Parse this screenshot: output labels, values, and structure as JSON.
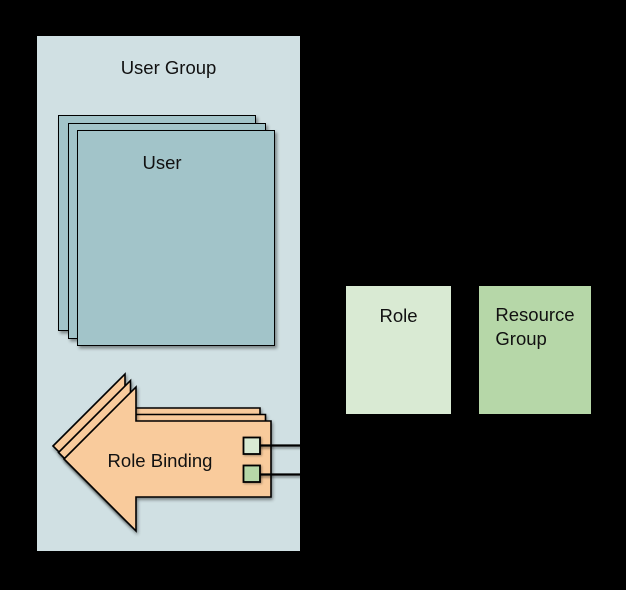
{
  "palette": {
    "background": "#000000",
    "user_group_fill": "#d0e0e3",
    "user_fill": "#a2c4c9",
    "role_binding_fill": "#f9cb9c",
    "role_fill": "#d9ead3",
    "resource_group_fill": "#b6d7a8",
    "stroke": "#000000",
    "text": "#111111"
  },
  "diagram": {
    "user_group": {
      "label": "User Group",
      "stack_count": 1
    },
    "user": {
      "label": "User",
      "stack_count": 3
    },
    "role_binding": {
      "label": "Role Binding",
      "stack_count": 3
    },
    "role": {
      "label": "Role"
    },
    "resource_group": {
      "label": "Resource Group",
      "label_wrapped": "Resource\nGroup"
    },
    "connector_swatches": [
      {
        "fill": "#d9ead3"
      },
      {
        "fill": "#b6d7a8"
      }
    ]
  }
}
